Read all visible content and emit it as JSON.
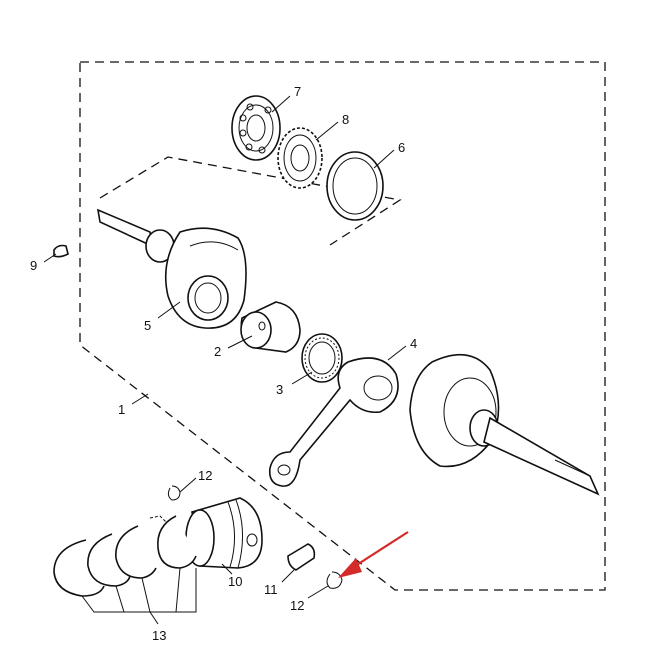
{
  "callouts": {
    "c1": "1",
    "c2": "2",
    "c3": "3",
    "c4": "4",
    "c5": "5",
    "c6": "6",
    "c7": "7",
    "c8": "8",
    "c9": "9",
    "c10": "10",
    "c11": "11",
    "c12_top": "12",
    "c12_bottom": "12",
    "c13": "13"
  },
  "colors": {
    "line": "#111111",
    "background": "#ffffff",
    "pointer_arrow": "#d42a2a"
  }
}
